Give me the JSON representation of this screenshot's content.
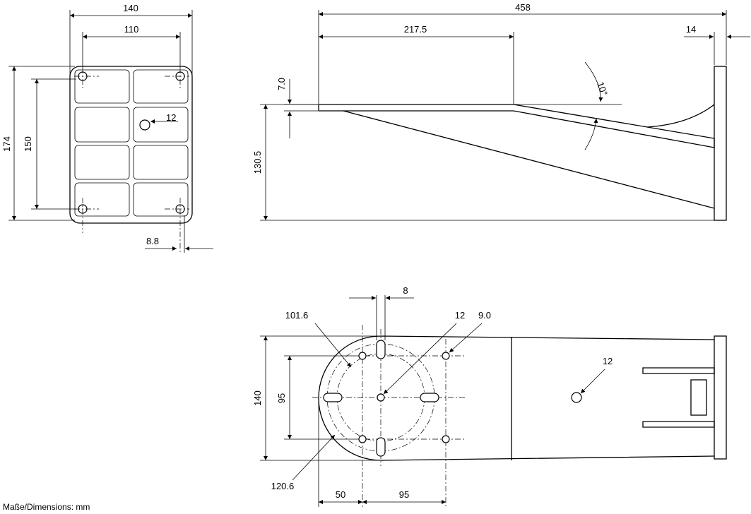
{
  "drawing": {
    "units_note": "Maße/Dimensions: mm",
    "front_view": {
      "width_overall": "140",
      "hole_spacing_h": "110",
      "height_overall": "174",
      "hole_spacing_v": "150",
      "center_hole": "12",
      "hole_dia": "8.8"
    },
    "side_view": {
      "length_overall": "458",
      "top_length": "217.5",
      "plate_thickness": "14",
      "angle": "10°",
      "top_thickness": "7.0",
      "height": "130.5"
    },
    "top_view": {
      "slot_width": "8",
      "circle_inner": "101.6",
      "center_hole": "12",
      "hole_dia": "9.0",
      "width": "140",
      "hole_spacing_v": "95",
      "circle_outer": "120.6",
      "offset_x": "50",
      "hole_spacing_h": "95",
      "arm_hole": "12"
    }
  }
}
